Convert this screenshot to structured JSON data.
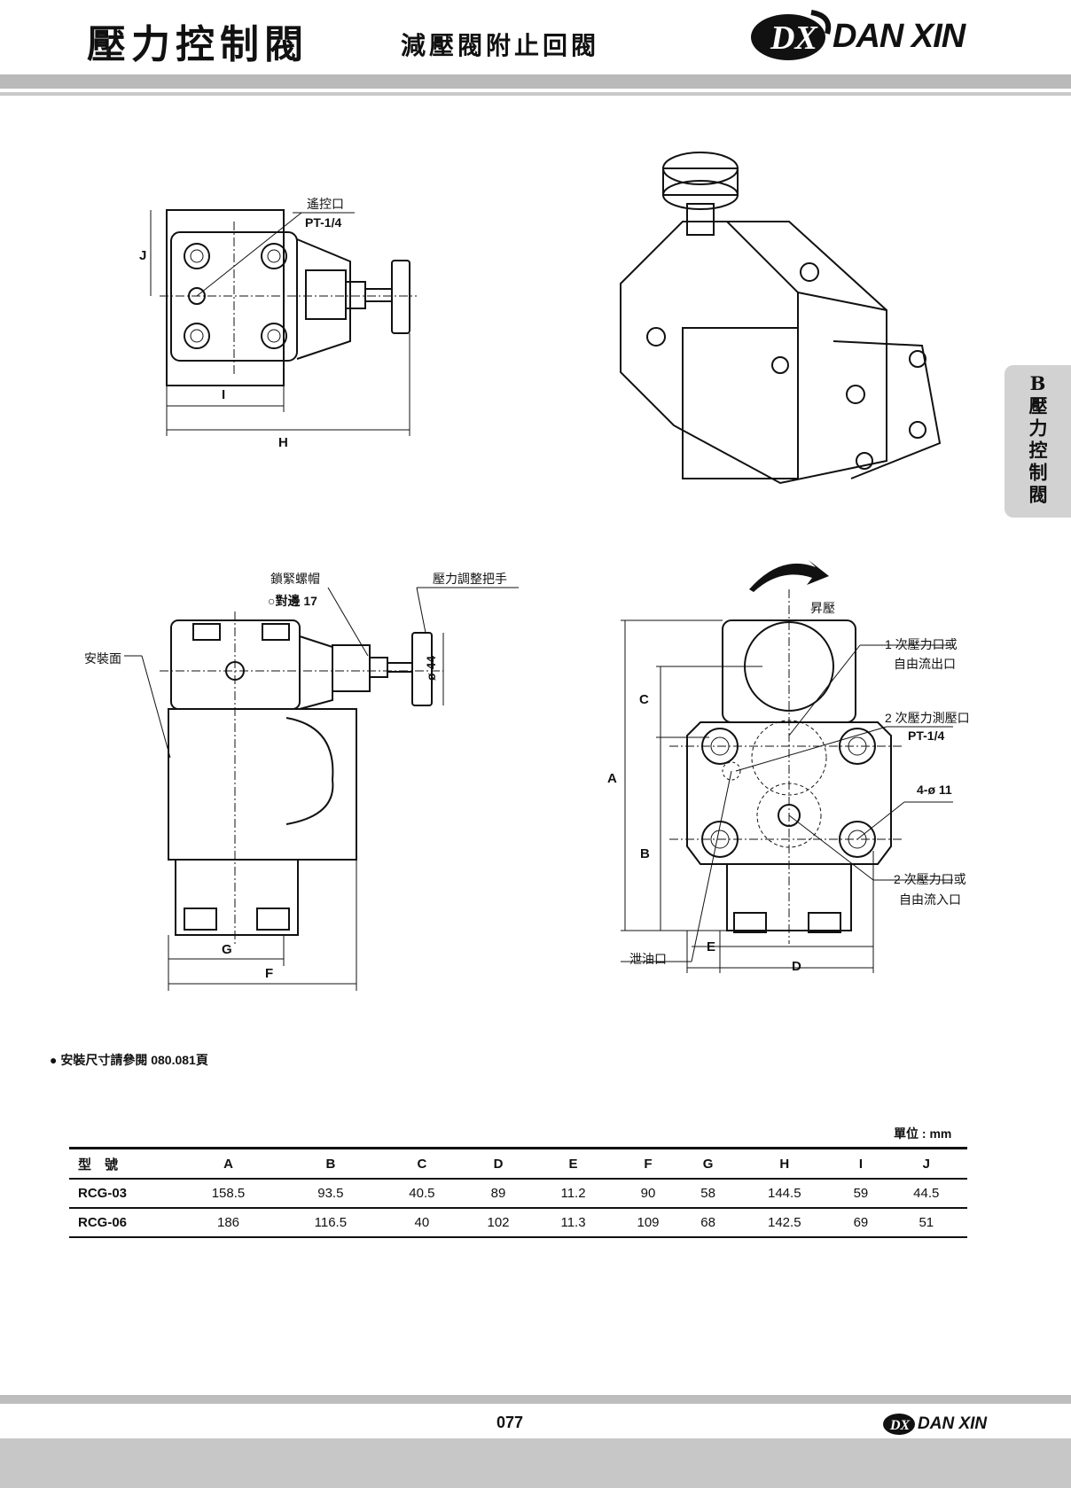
{
  "header": {
    "title": "壓力控制閥",
    "subtitle": "減壓閥附止回閥",
    "brand": "DAN XIN",
    "logo_mark": "DX"
  },
  "side_tab": {
    "letter": "B",
    "text": "壓力控制閥"
  },
  "top_view": {
    "remote_port": "遙控口",
    "remote_port_size": "PT-1/4",
    "dim_J": "J",
    "dim_I": "I",
    "dim_H": "H"
  },
  "front_view": {
    "lock_nut": "鎖緊螺帽",
    "across_flats": "○對邊 17",
    "adjust_handle": "壓力調整把手",
    "mounting_face": "安裝面",
    "dia_44": "ø 44",
    "dim_G": "G",
    "dim_F": "F"
  },
  "bottom_view": {
    "increase_pressure": "昇壓",
    "primary_port_line1": "1 次壓力口或",
    "primary_port_line2": "自由流出口",
    "secondary_gauge_line1": "2 次壓力測壓口",
    "secondary_gauge_size": "PT-1/4",
    "holes": "4-ø 11",
    "secondary_port_line1": "2 次壓力口或",
    "secondary_port_line2": "自由流入口",
    "drain": "泄油口",
    "dim_A": "A",
    "dim_B": "B",
    "dim_C": "C",
    "dim_D": "D",
    "dim_E": "E"
  },
  "note": "● 安裝尺寸請參閱 080.081頁",
  "unit": "單位 : mm",
  "table": {
    "headers": [
      "型　號",
      "A",
      "B",
      "C",
      "D",
      "E",
      "F",
      "G",
      "H",
      "I",
      "J"
    ],
    "rows": [
      [
        "RCG-03",
        "158.5",
        "93.5",
        "40.5",
        "89",
        "11.2",
        "90",
        "58",
        "144.5",
        "59",
        "44.5"
      ],
      [
        "RCG-06",
        "186",
        "116.5",
        "40",
        "102",
        "11.3",
        "109",
        "68",
        "142.5",
        "69",
        "51"
      ]
    ]
  },
  "footer": {
    "page": "077",
    "brand": "DAN XIN",
    "logo_mark": "DX"
  }
}
